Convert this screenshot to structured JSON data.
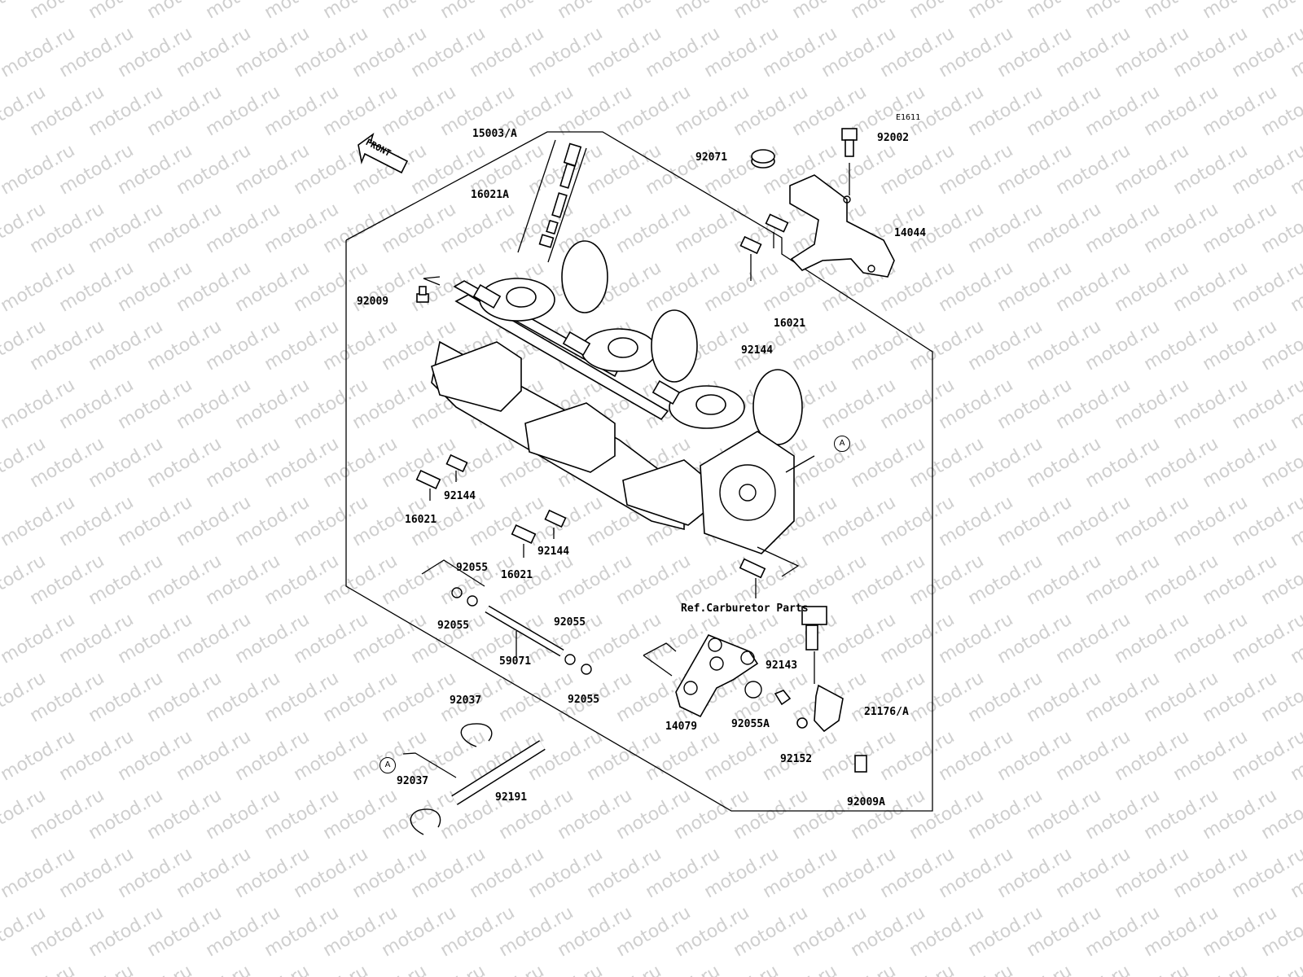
{
  "watermark": "motod.ru",
  "diagram_code": "E1611",
  "front_label": "FRONT",
  "ref_label": "Ref.Carburetor Parts",
  "callout_a": "A",
  "callouts": [
    {
      "id": "15003a",
      "text": "15003/A"
    },
    {
      "id": "16021a",
      "text": "16021A"
    },
    {
      "id": "92009-top",
      "text": "92009"
    },
    {
      "id": "92071",
      "text": "92071"
    },
    {
      "id": "92002",
      "text": "92002"
    },
    {
      "id": "14044",
      "text": "14044"
    },
    {
      "id": "16021-right",
      "text": "16021"
    },
    {
      "id": "92144-right",
      "text": "92144"
    },
    {
      "id": "92144-left",
      "text": "92144"
    },
    {
      "id": "16021-left",
      "text": "16021"
    },
    {
      "id": "92144-mid",
      "text": "92144"
    },
    {
      "id": "16021-mid",
      "text": "16021"
    },
    {
      "id": "92055-a",
      "text": "92055"
    },
    {
      "id": "92055-b",
      "text": "92055"
    },
    {
      "id": "92055-c",
      "text": "92055"
    },
    {
      "id": "92055-d",
      "text": "92055"
    },
    {
      "id": "59071",
      "text": "59071"
    },
    {
      "id": "92037-top",
      "text": "92037"
    },
    {
      "id": "92037-bottom",
      "text": "92037"
    },
    {
      "id": "92191",
      "text": "92191"
    },
    {
      "id": "14079",
      "text": "14079"
    },
    {
      "id": "92055a",
      "text": "92055A"
    },
    {
      "id": "92143",
      "text": "92143"
    },
    {
      "id": "21176a",
      "text": "21176/A"
    },
    {
      "id": "92152",
      "text": "92152"
    },
    {
      "id": "92009a",
      "text": "92009A"
    }
  ]
}
